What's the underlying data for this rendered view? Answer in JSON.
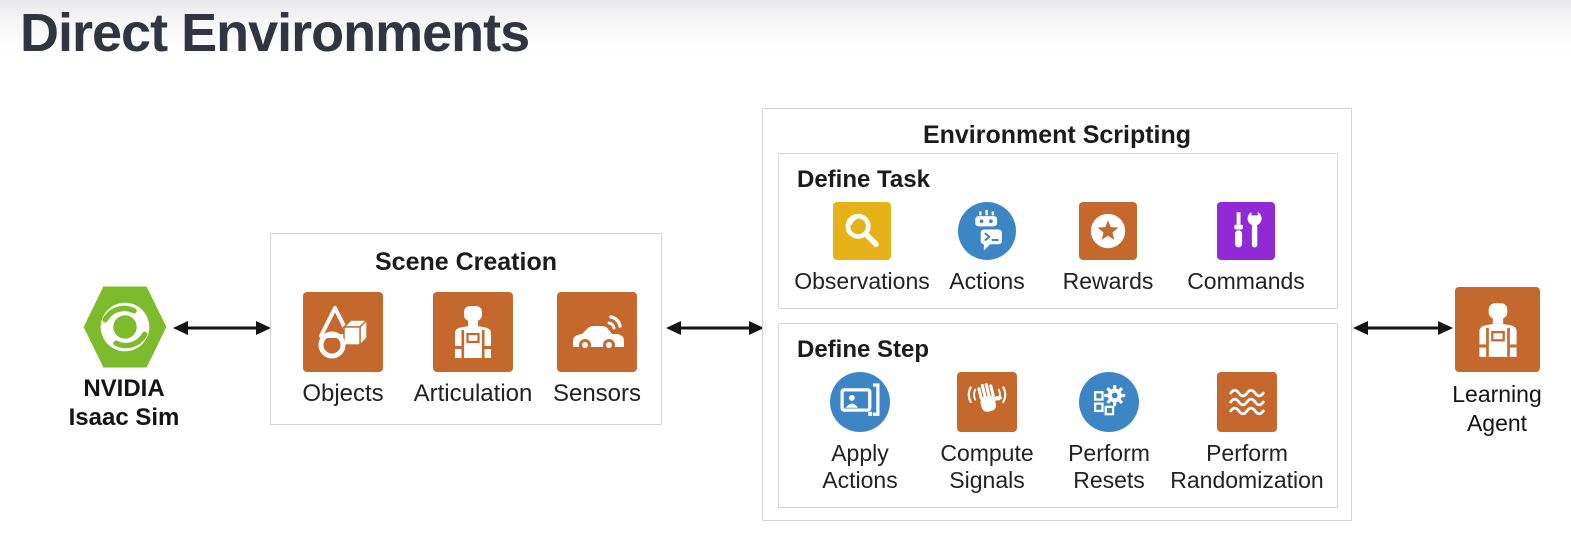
{
  "title": "Direct Environments",
  "colors": {
    "orange": "#C4682E",
    "yellow": "#E6B219",
    "blue": "#3D86C6",
    "purple": "#9129D4",
    "nvidia_green": "#7CBB2C",
    "arrow": "#141414",
    "box_border": "#d4d4d6"
  },
  "left_node": {
    "icon": "nvidia-isaac-sim-logo",
    "line1": "NVIDIA",
    "line2": "Isaac Sim"
  },
  "scene_creation": {
    "title": "Scene Creation",
    "items": [
      {
        "label": "Objects",
        "icon": "objects-icon",
        "shape": "square",
        "color": "#C4682E"
      },
      {
        "label": "Articulation",
        "icon": "articulation-icon",
        "shape": "square",
        "color": "#C4682E"
      },
      {
        "label": "Sensors",
        "icon": "car-sensors-icon",
        "shape": "square",
        "color": "#C4682E"
      }
    ]
  },
  "environment_scripting": {
    "title": "Environment Scripting",
    "sections": [
      {
        "title": "Define Task",
        "items": [
          {
            "label": "Observations",
            "icon": "magnifier-icon",
            "shape": "square",
            "color": "#E6B219"
          },
          {
            "label": "Actions",
            "icon": "robot-chat-icon",
            "shape": "circle",
            "color": "#3D86C6"
          },
          {
            "label": "Rewards",
            "icon": "star-badge-icon",
            "shape": "square",
            "color": "#C4682E"
          },
          {
            "label": "Commands",
            "icon": "tools-icon",
            "shape": "square",
            "color": "#9129D4"
          }
        ]
      },
      {
        "title": "Define Step",
        "items": [
          {
            "label": "Apply Actions",
            "icon": "screen-person-icon",
            "shape": "circle",
            "color": "#3D86C6"
          },
          {
            "label": "Compute Signals",
            "icon": "waving-hand-icon",
            "shape": "square",
            "color": "#C4682E"
          },
          {
            "label": "Perform Resets",
            "icon": "gear-squares-icon",
            "shape": "circle",
            "color": "#3D86C6"
          },
          {
            "label": "Perform Randomization",
            "icon": "waves-icon",
            "shape": "square",
            "color": "#C4682E"
          }
        ]
      }
    ]
  },
  "right_node": {
    "icon": "worker-robot-icon",
    "line1": "Learning",
    "line2": "Agent"
  }
}
